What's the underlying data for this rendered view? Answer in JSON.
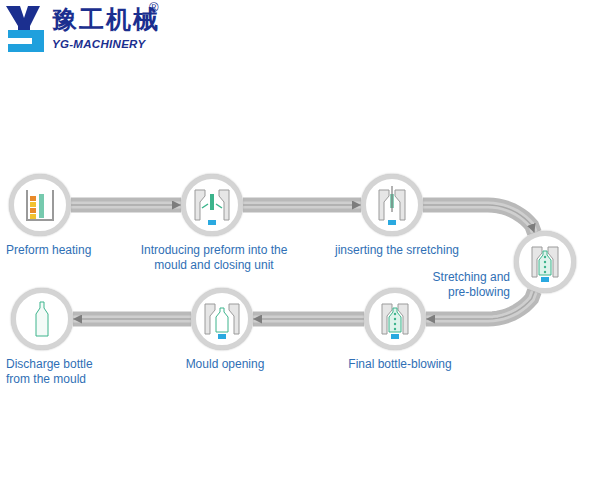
{
  "diagram": {
    "nodes": [
      {
        "text": [
          "Preform heating"
        ]
      },
      {
        "text": [
          "Introducing preform into the mould and closing unit"
        ]
      },
      {
        "text": [
          "jinserting the srretching"
        ]
      },
      {
        "text": [
          "Stretching and pre-blowing"
        ]
      },
      {
        "text": [
          "Final bottle-blowing"
        ]
      },
      {
        "text": [
          "Mould opening"
        ]
      },
      {
        "text": [
          "Discharge bottle from the mould"
        ]
      }
    ],
    "edges": [
      {
        "from": 0,
        "to": 1,
        "arrow": "to"
      },
      {
        "from": 1,
        "to": 2,
        "arrow": "to"
      },
      {
        "from": 2,
        "to": 3,
        "arrow": "to"
      },
      {
        "from": 3,
        "to": 4,
        "arrow": "to"
      },
      {
        "from": 4,
        "to": 5,
        "arrow": "to"
      },
      {
        "from": 5,
        "to": 6,
        "arrow": "to"
      }
    ],
    "labels": [
      "豫工机械",
      "®",
      "YG-MACHINERY"
    ]
  }
}
